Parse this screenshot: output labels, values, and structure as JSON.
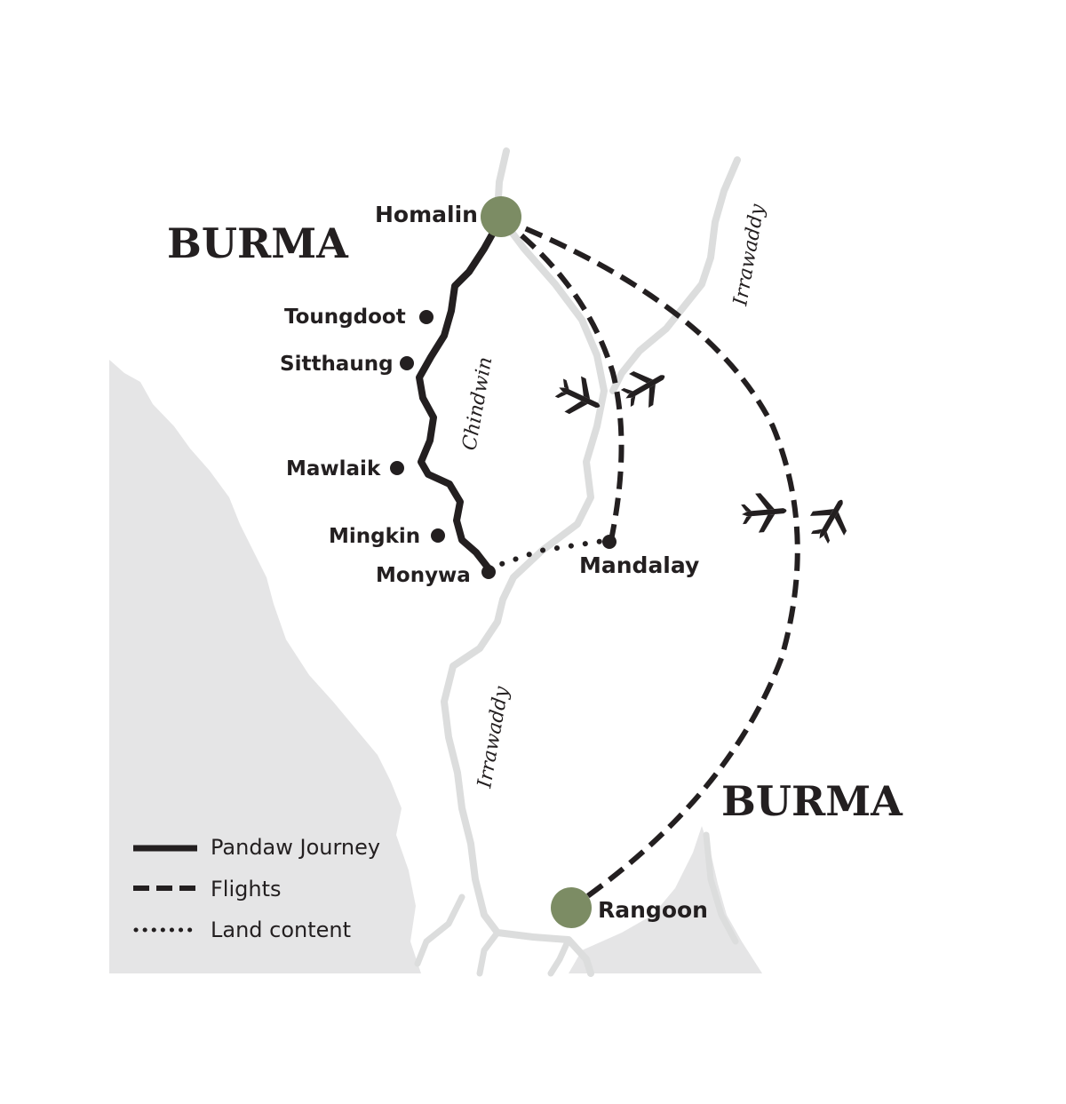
{
  "map": {
    "countries": [
      {
        "id": "burma-north",
        "label": "BURMA"
      },
      {
        "id": "burma-south",
        "label": "BURMA"
      }
    ],
    "rivers": [
      {
        "id": "chindwin",
        "label": "Chindwin"
      },
      {
        "id": "irrawaddy-north",
        "label": "Irrawaddy"
      },
      {
        "id": "irrawaddy-south",
        "label": "Irrawaddy"
      }
    ],
    "hubs": [
      {
        "id": "homalin",
        "label": "Homalin"
      },
      {
        "id": "rangoon",
        "label": "Rangoon"
      }
    ],
    "stops": [
      {
        "id": "toungdoot",
        "label": "Toungdoot"
      },
      {
        "id": "sitthaung",
        "label": "Sitthaung"
      },
      {
        "id": "mawlaik",
        "label": "Mawlaik"
      },
      {
        "id": "mingkin",
        "label": "Mingkin"
      },
      {
        "id": "monywa",
        "label": "Monywa"
      },
      {
        "id": "mandalay",
        "label": "Mandalay"
      }
    ],
    "colors": {
      "land_shade": "#e5e5e6",
      "river": "#dcdddd",
      "route": "#231f20",
      "hub": "#7c8c64"
    },
    "icons": [
      "airplane-icon",
      "airplane-icon",
      "airplane-icon",
      "airplane-icon"
    ]
  },
  "legend": {
    "items": [
      {
        "style": "solid",
        "label": "Pandaw Journey"
      },
      {
        "style": "dashed",
        "label": "Flights"
      },
      {
        "style": "dotted",
        "label": "Land content"
      }
    ]
  }
}
